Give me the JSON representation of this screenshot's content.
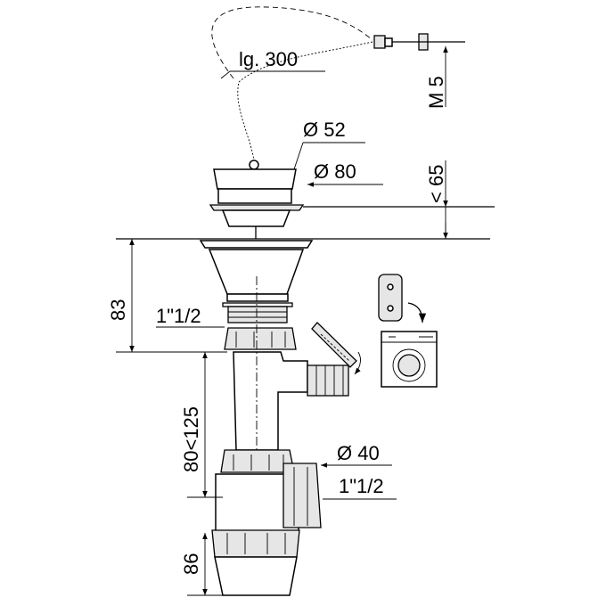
{
  "labels": {
    "chain_length": "lg. 300",
    "thread": "M 5",
    "stopper_diameter": "Ø 52",
    "flange_diameter": "Ø 80",
    "sink_thickness": "< 65",
    "basket_height": "83",
    "basket_thread": "1\"1/2",
    "adjustable_height": "80<125",
    "outlet_diameter": "Ø 40",
    "outlet_thread": "1\"1/2",
    "bottle_height": "86"
  }
}
